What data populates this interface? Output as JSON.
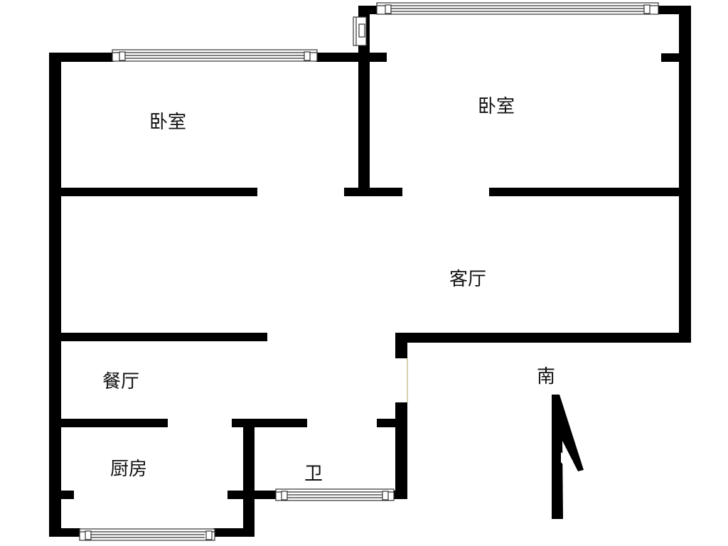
{
  "rooms": {
    "bedroom_left": "卧室",
    "bedroom_right": "卧室",
    "living_room": "客厅",
    "dining_room": "餐厅",
    "kitchen": "厨房",
    "bathroom": "卫"
  },
  "compass": {
    "label": "南",
    "icon": "north-arrow-icon"
  },
  "colors": {
    "wall": "#000000",
    "window_frame": "#333333",
    "door_accent": "#c8c090"
  }
}
